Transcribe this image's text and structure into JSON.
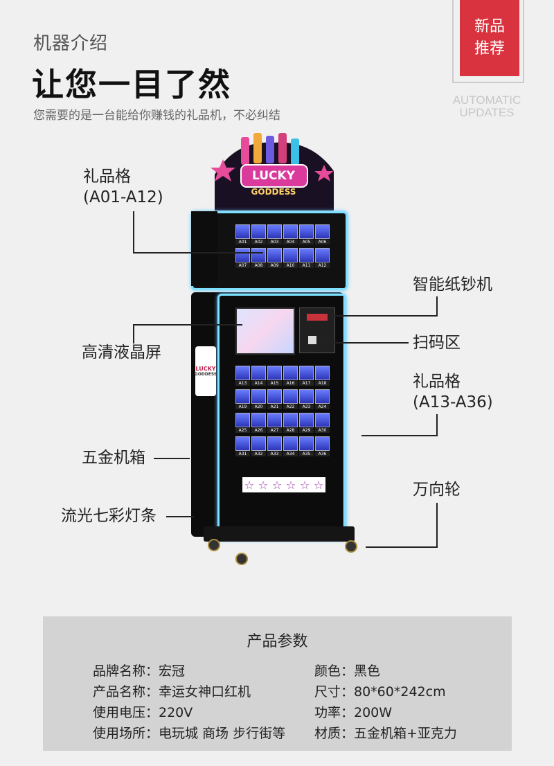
{
  "header": {
    "section_label": "机器介绍",
    "title": "让您一目了然",
    "subtitle": "您需要的是一台能给你赚钱的礼品机，不必纠结"
  },
  "badge": {
    "line1": "新品",
    "line2": "推荐",
    "caption_line1": "AUTOMATIC",
    "caption_line2": "UPDATES",
    "color": "#d9333f"
  },
  "machine": {
    "sign_text_1": "LUCKY",
    "sign_text_2": "GODDESS",
    "upper_cells": [
      "A01",
      "A02",
      "A03",
      "A04",
      "A05",
      "A06",
      "A07",
      "A08",
      "A09",
      "A10",
      "A11",
      "A12"
    ],
    "lower_cells": [
      "A13",
      "A14",
      "A15",
      "A16",
      "A17",
      "A18",
      "A19",
      "A20",
      "A21",
      "A22",
      "A23",
      "A24",
      "A25",
      "A26",
      "A27",
      "A28",
      "A29",
      "A30",
      "A31",
      "A32",
      "A33",
      "A34",
      "A35",
      "A36"
    ],
    "side_logo_1": "LUCKY",
    "side_logo_2": "GODDESS",
    "accent_color": "#7de0ff"
  },
  "callouts": {
    "gift_upper_line1": "礼品格",
    "gift_upper_line2": "(A01-A12)",
    "bill_acceptor": "智能纸钞机",
    "lcd": "高清液晶屏",
    "scan_area": "扫码区",
    "gift_lower_line1": "礼品格",
    "gift_lower_line2": "(A13-A36)",
    "cabinet": "五金机箱",
    "casters": "万向轮",
    "light_strip": "流光七彩灯条"
  },
  "params": {
    "title": "产品参数",
    "rows": [
      {
        "left": "品牌名称：宏冠",
        "right": "颜色：黑色"
      },
      {
        "left": "产品名称：幸运女神口红机",
        "right": "尺寸：80*60*242cm"
      },
      {
        "left": "使用电压：220V",
        "right": "功率：200W"
      },
      {
        "left": "使用场所：电玩城 商场 步行街等",
        "right": "材质：五金机箱+亚克力"
      }
    ]
  }
}
